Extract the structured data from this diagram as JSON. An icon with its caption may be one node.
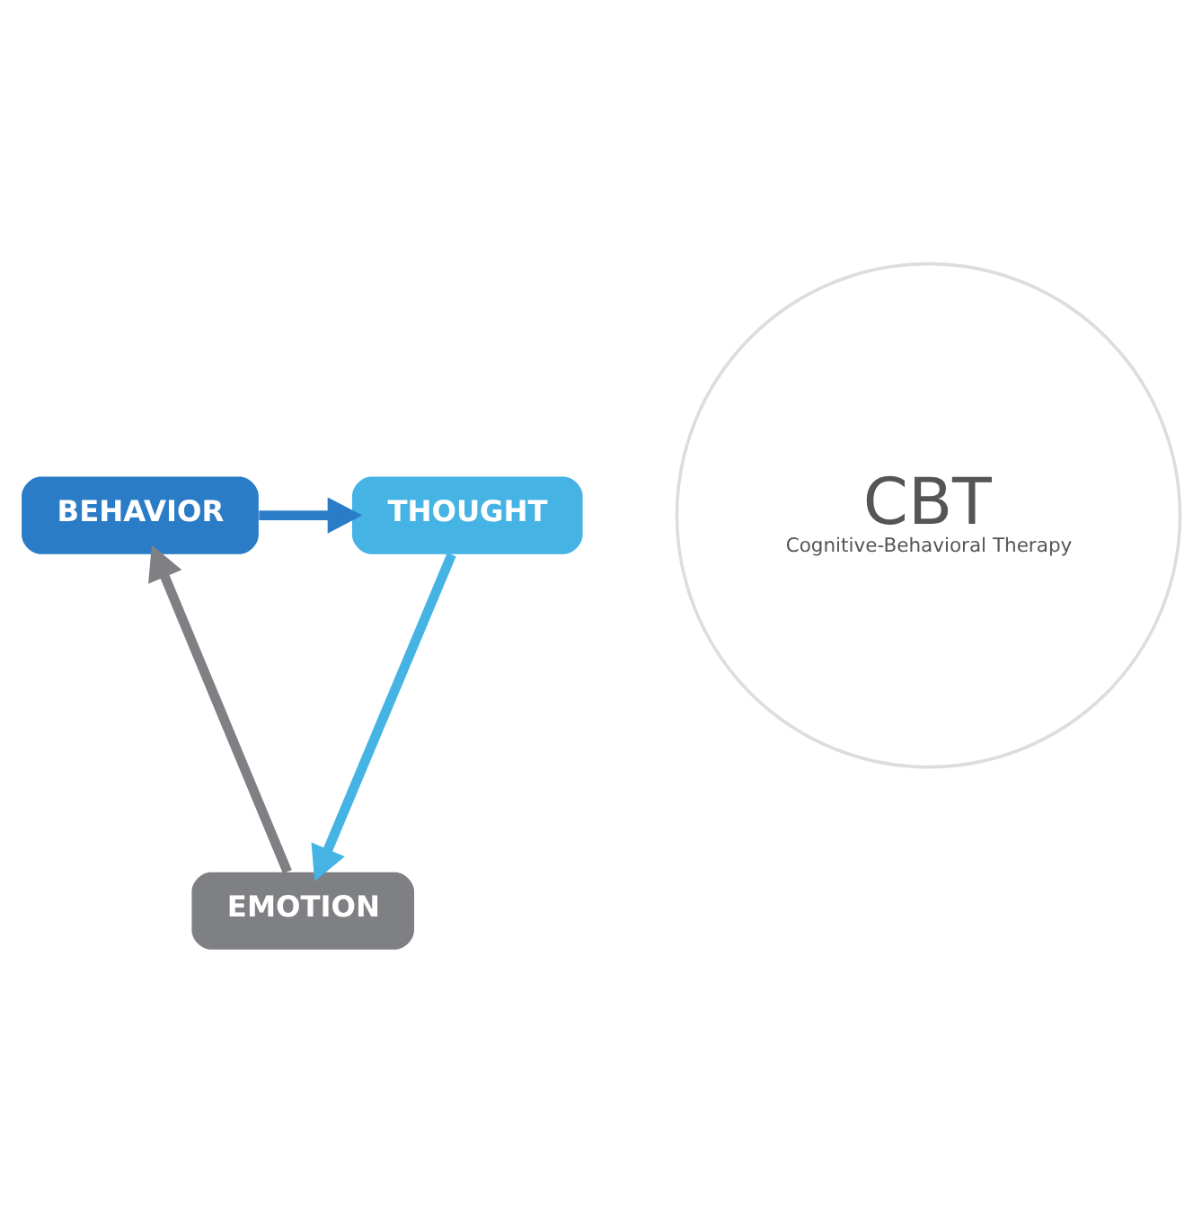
{
  "diagram": {
    "nodes": [
      {
        "text": [
          "THOUGHT"
        ]
      },
      {
        "text": [
          "EMOTION"
        ]
      },
      {
        "text": [
          "BEHAVIOR"
        ]
      },
      {
        "text": [
          "CBT",
          "Cognitive-Behavioral Therapy"
        ]
      }
    ],
    "edges": [
      {
        "from": 0,
        "to": 1,
        "arrow": "to",
        "color": "#45b3e3"
      },
      {
        "from": 1,
        "to": 2,
        "arrow": "to",
        "color": "#7f8083"
      },
      {
        "from": 2,
        "to": 0,
        "arrow": "to",
        "color": "#2b7cc6"
      }
    ]
  }
}
